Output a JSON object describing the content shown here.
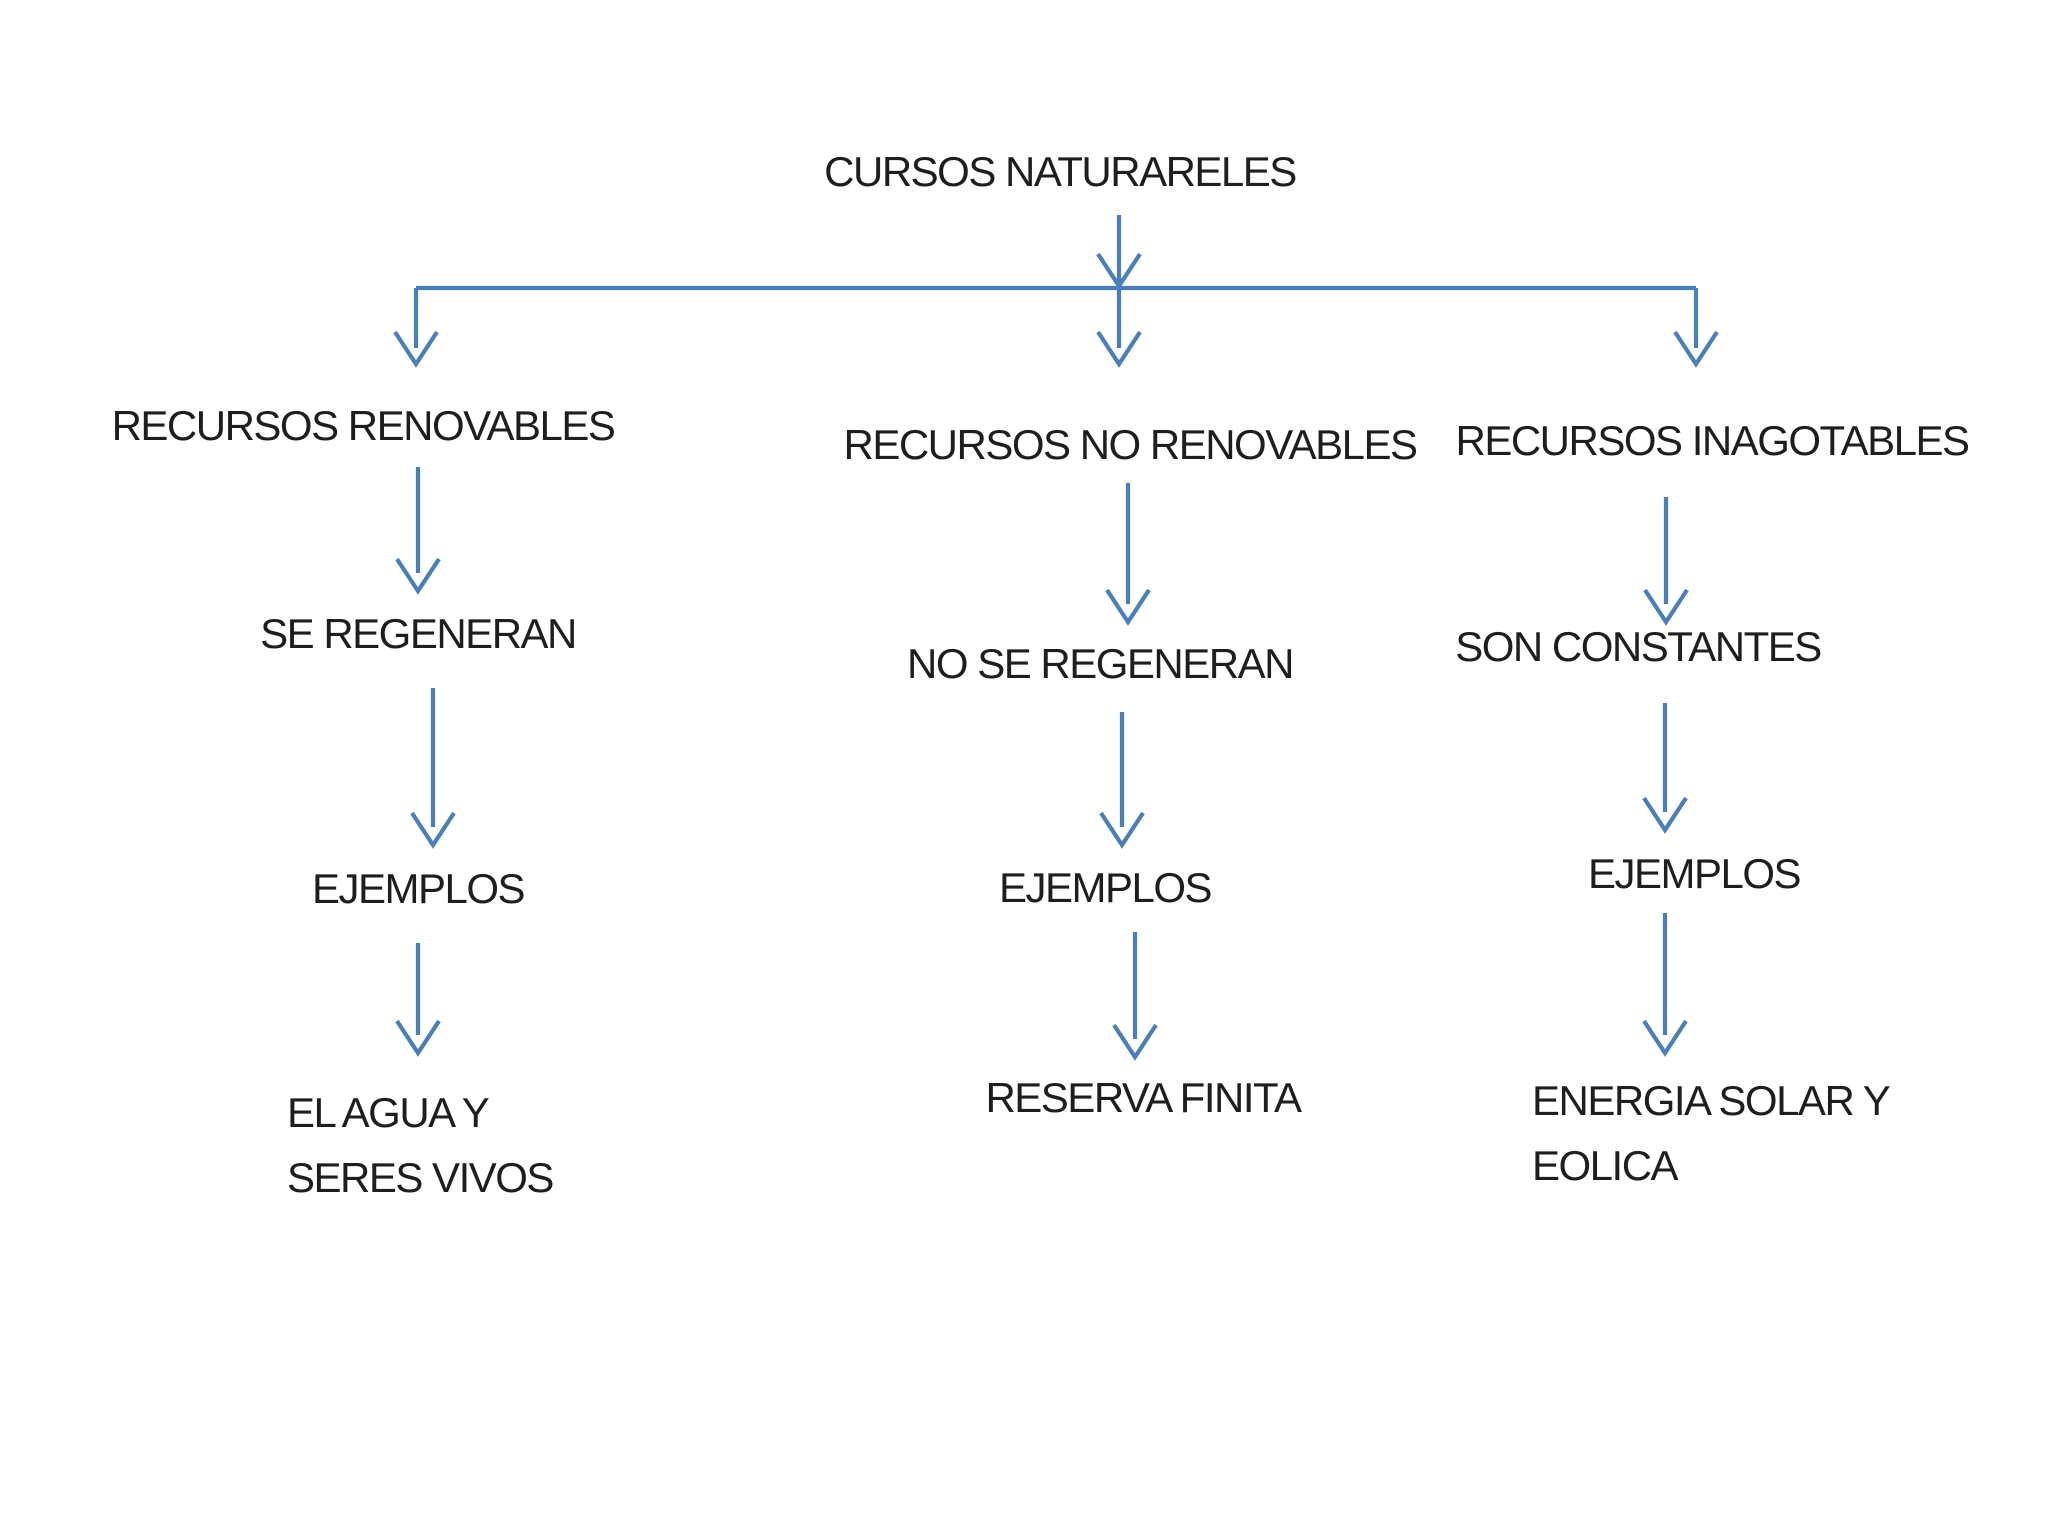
{
  "diagram": {
    "title": "CURSOS NATURARELES",
    "arrow_color": "#4a7ebc",
    "text_color": "#1e1e1e",
    "background_color": "#ffffff",
    "branches": [
      {
        "id": "renovables",
        "heading": "RECURSOS RENOVABLES",
        "property": "SE REGENERAN",
        "examples_label": "EJEMPLOS",
        "examples": [
          "EL AGUA Y",
          "SERES VIVOS"
        ]
      },
      {
        "id": "no-renovables",
        "heading": "RECURSOS NO RENOVABLES",
        "property": "NO SE REGENERAN",
        "examples_label": "EJEMPLOS",
        "examples": [
          "RESERVA FINITA"
        ]
      },
      {
        "id": "inagotables",
        "heading": "RECURSOS INAGOTABLES",
        "property": "SON CONSTANTES",
        "examples_label": "EJEMPLOS",
        "examples": [
          "ENERGIA SOLAR Y",
          "EOLICA"
        ]
      }
    ]
  }
}
